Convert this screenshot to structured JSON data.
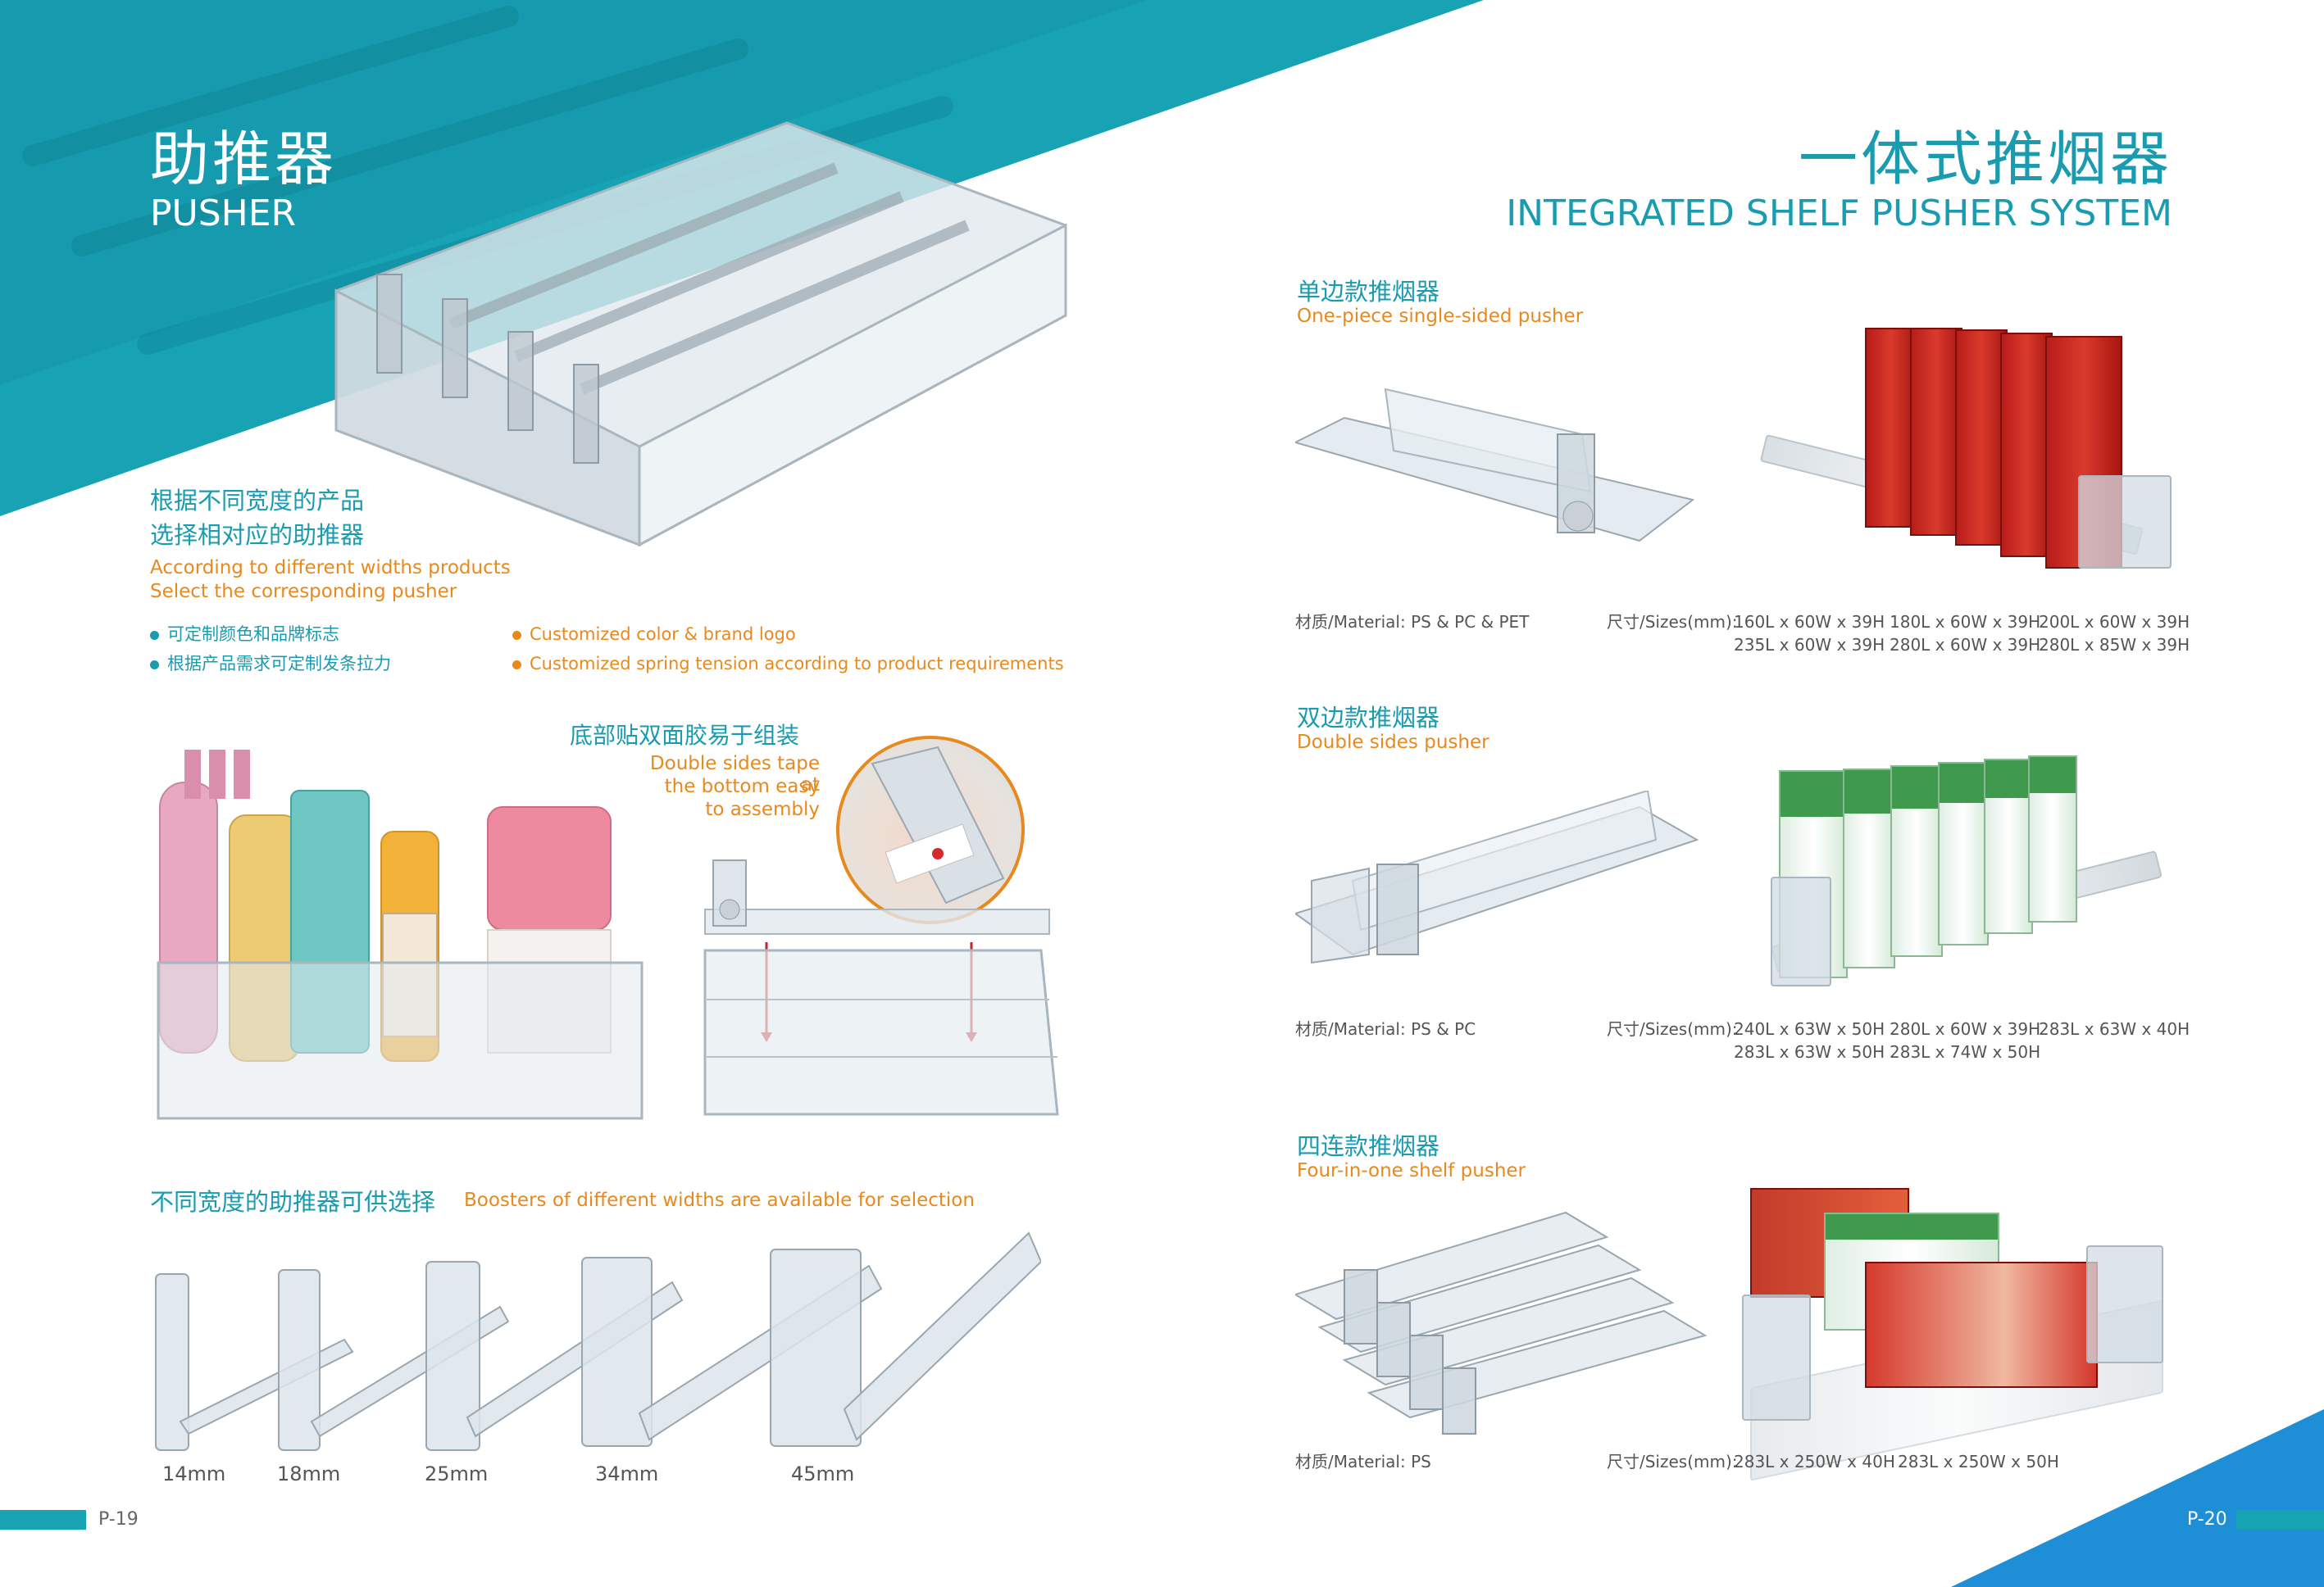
{
  "left_page": {
    "title_cn": "助推器",
    "title_en": "PUSHER",
    "desc_cn_line1": "根据不同宽度的产品",
    "desc_cn_line2": "选择相对应的助推器",
    "desc_en_line1": "According to different widths products",
    "desc_en_line2": "Select the corresponding pusher",
    "bullets_cn": [
      "可定制颜色和品牌标志",
      "根据产品需求可定制发条拉力"
    ],
    "bullets_en": [
      "Customized color & brand logo",
      "Customized spring tension according to product requirements"
    ],
    "tape_title_cn": "底部贴双面胶易于组装",
    "tape_en_line1": "Double sides tape at",
    "tape_en_line2": "the bottom easy",
    "tape_en_line3": "to assembly",
    "widths_title_cn": "不同宽度的助推器可供选择",
    "widths_title_en": "Boosters of different widths are available for selection",
    "widths": [
      "14mm",
      "18mm",
      "25mm",
      "34mm",
      "45mm"
    ],
    "page_number": "P-19"
  },
  "right_page": {
    "title_cn": "一体式推烟器",
    "title_en": "INTEGRATED SHELF PUSHER SYSTEM",
    "sections": [
      {
        "title_cn": "单边款推烟器",
        "title_en": "One-piece single-sided pusher",
        "material": "材质/Material: PS & PC & PET",
        "sizes_label": "尺寸/Sizes(mm):",
        "sizes_row1": [
          "160L x 60W x 39H",
          "180L x 60W x 39H",
          "200L x 60W x 39H"
        ],
        "sizes_row2": [
          "235L x 60W x 39H",
          "280L x 60W x 39H",
          "280L x 85W x 39H"
        ]
      },
      {
        "title_cn": "双边款推烟器",
        "title_en": "Double sides pusher",
        "material": "材质/Material: PS & PC",
        "sizes_label": "尺寸/Sizes(mm):",
        "sizes_row1": [
          "240L x 63W x 50H",
          "280L x 60W x 39H",
          "283L x 63W x 40H"
        ],
        "sizes_row2": [
          "283L x 63W x 50H",
          "283L x 74W x 50H"
        ]
      },
      {
        "title_cn": "四连款推烟器",
        "title_en": "Four-in-one shelf pusher",
        "material": "材质/Material: PS",
        "sizes_label": "尺寸/Sizes(mm):",
        "sizes_row1": [
          "283L x 250W x 40H",
          "283L x 250W x 50H"
        ]
      }
    ],
    "page_number": "P-20"
  },
  "colors": {
    "teal": "#1a9bb0",
    "orange": "#e8891e",
    "blue_corner": "#1e8fd6",
    "text_gray": "#555555"
  }
}
